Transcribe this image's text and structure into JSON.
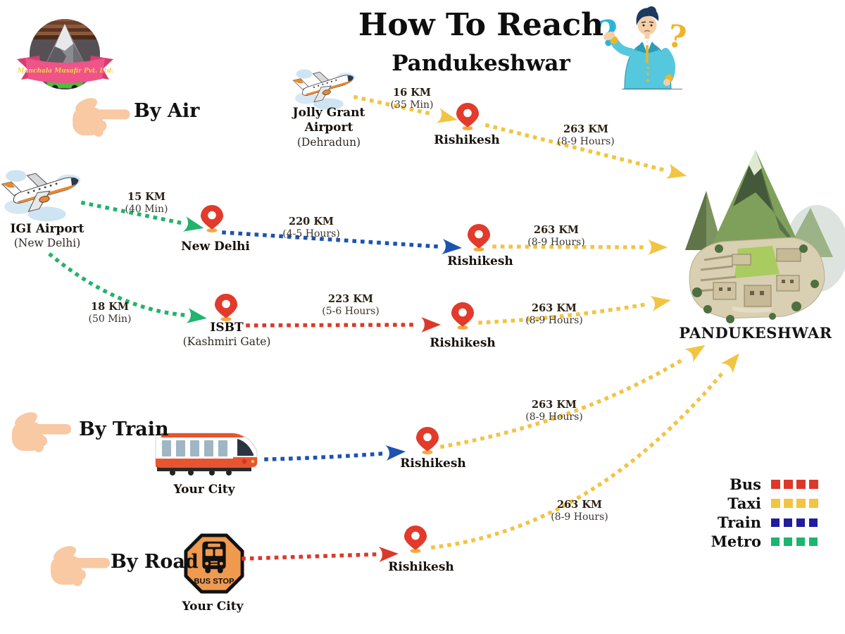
{
  "title": {
    "line1": "How To Reach",
    "line2": "Pandukeshwar"
  },
  "logo": {
    "brand": "Manchala Musafir Pvt. Ltd."
  },
  "sections": {
    "air": "By Air",
    "train": "By Train",
    "road": "By Road"
  },
  "nodes": {
    "jolly_grant": {
      "line1": "Jolly Grant",
      "line2": "Airport",
      "sub": "(Dehradun)"
    },
    "igi": {
      "name": "IGI Airport",
      "sub": "(New Delhi)"
    },
    "new_delhi": "New Delhi",
    "isbt": {
      "name": "ISBT",
      "sub": "(Kashmiri Gate)"
    },
    "rishikesh": "Rishikesh",
    "your_city": "Your City",
    "destination": "PANDUKESHWAR"
  },
  "segments": {
    "jg_rk": {
      "d": "16 KM",
      "t": "(35 Min)"
    },
    "rk1_pd": {
      "d": "263 KM",
      "t": "(8-9 Hours)"
    },
    "igi_nd": {
      "d": "15 KM",
      "t": "(40 Min)"
    },
    "nd_rk": {
      "d": "220 KM",
      "t": "(4-5 Hours)"
    },
    "rk2_pd": {
      "d": "263 KM",
      "t": "(8-9 Hours)"
    },
    "igi_isbt": {
      "d": "18 KM",
      "t": "(50 Min)"
    },
    "isbt_rk": {
      "d": "223 KM",
      "t": "(5-6 Hours)"
    },
    "rk3_pd": {
      "d": "263 KM",
      "t": "(8-9 Hours)"
    },
    "train_pd": {
      "d": "263 KM",
      "t": "(8-9 Hours)"
    },
    "road_pd": {
      "d": "263 KM",
      "t": "(8-9 Hours)"
    }
  },
  "legend": {
    "items": [
      {
        "label": "Bus",
        "color": "#DC382A"
      },
      {
        "label": "Taxi",
        "color": "#F2C443"
      },
      {
        "label": "Train",
        "color": "#211D9E"
      },
      {
        "label": "Metro",
        "color": "#1CB56E"
      }
    ]
  },
  "bus_sign": {
    "label": "BUS STOP"
  },
  "icons": {
    "question_mark": "?"
  },
  "colors": {
    "taxi": "#F2C443",
    "bus": "#DC382A",
    "train_route": "#1D53B0",
    "metro": "#22B36C",
    "pin": "#E23A2B",
    "pin_base": "#F3A93C"
  }
}
